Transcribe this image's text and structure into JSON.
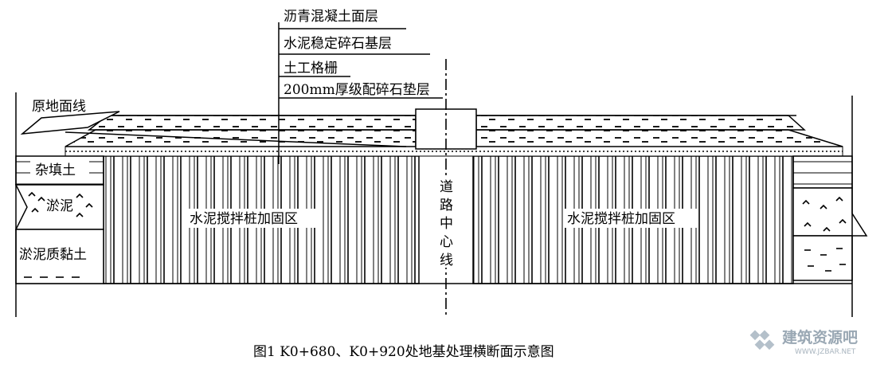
{
  "layers": {
    "asphalt": "沥青混凝土面层",
    "cement_base": "水泥稳定碎石基层",
    "geogrid": "土工格栅",
    "cushion": "200mm厚级配碎石垫层"
  },
  "original_ground": "原地面线",
  "soils": {
    "fill": "杂填土",
    "mud": "淤泥",
    "clay": "淤泥质黏土"
  },
  "zones": {
    "left": "水泥搅拌桩加固区",
    "right": "水泥搅拌桩加固区"
  },
  "centerline": [
    "道",
    "路",
    "中",
    "心",
    "线"
  ],
  "caption": "图1   K0+680、K0+920处地基处理横断面示意图",
  "watermark": {
    "name": "建筑资源吧",
    "url": "WWW.JZBAR.NET"
  }
}
